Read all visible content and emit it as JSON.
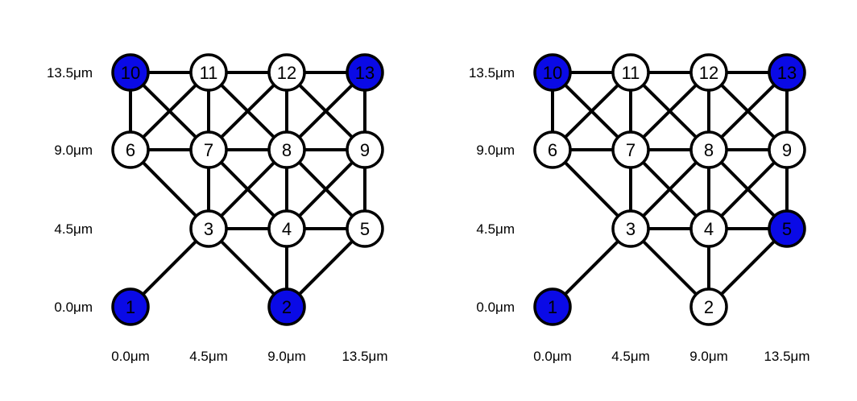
{
  "colors": {
    "filled": "#0a0ae6",
    "empty": "#ffffff",
    "stroke": "#000000"
  },
  "x_axis_labels": [
    "0.0μm",
    "4.5μm",
    "9.0μm",
    "13.5μm"
  ],
  "y_axis_labels": [
    "13.5μm",
    "9.0μm",
    "4.5μm",
    "0.0μm"
  ],
  "nodes": [
    {
      "id": "1",
      "col": 0,
      "row": 0
    },
    {
      "id": "2",
      "col": 2,
      "row": 0
    },
    {
      "id": "3",
      "col": 1,
      "row": 1
    },
    {
      "id": "4",
      "col": 2,
      "row": 1
    },
    {
      "id": "5",
      "col": 3,
      "row": 1
    },
    {
      "id": "6",
      "col": 0,
      "row": 2
    },
    {
      "id": "7",
      "col": 1,
      "row": 2
    },
    {
      "id": "8",
      "col": 2,
      "row": 2
    },
    {
      "id": "9",
      "col": 3,
      "row": 2
    },
    {
      "id": "10",
      "col": 0,
      "row": 3
    },
    {
      "id": "11",
      "col": 1,
      "row": 3
    },
    {
      "id": "12",
      "col": 2,
      "row": 3
    },
    {
      "id": "13",
      "col": 3,
      "row": 3
    }
  ],
  "edges": [
    [
      "1",
      "3"
    ],
    [
      "3",
      "2"
    ],
    [
      "2",
      "4"
    ],
    [
      "2",
      "5"
    ],
    [
      "3",
      "4"
    ],
    [
      "4",
      "5"
    ],
    [
      "3",
      "7"
    ],
    [
      "3",
      "8"
    ],
    [
      "4",
      "7"
    ],
    [
      "4",
      "8"
    ],
    [
      "4",
      "9"
    ],
    [
      "5",
      "8"
    ],
    [
      "5",
      "9"
    ],
    [
      "6",
      "3"
    ],
    [
      "6",
      "7"
    ],
    [
      "7",
      "8"
    ],
    [
      "8",
      "9"
    ],
    [
      "6",
      "10"
    ],
    [
      "6",
      "11"
    ],
    [
      "7",
      "10"
    ],
    [
      "7",
      "11"
    ],
    [
      "7",
      "12"
    ],
    [
      "8",
      "11"
    ],
    [
      "8",
      "12"
    ],
    [
      "8",
      "13"
    ],
    [
      "9",
      "12"
    ],
    [
      "9",
      "13"
    ],
    [
      "10",
      "11"
    ],
    [
      "11",
      "12"
    ],
    [
      "12",
      "13"
    ]
  ],
  "panels": [
    {
      "name": "left",
      "filled": [
        "1",
        "2",
        "10",
        "13"
      ]
    },
    {
      "name": "right",
      "filled": [
        "1",
        "5",
        "10",
        "13"
      ]
    }
  ]
}
